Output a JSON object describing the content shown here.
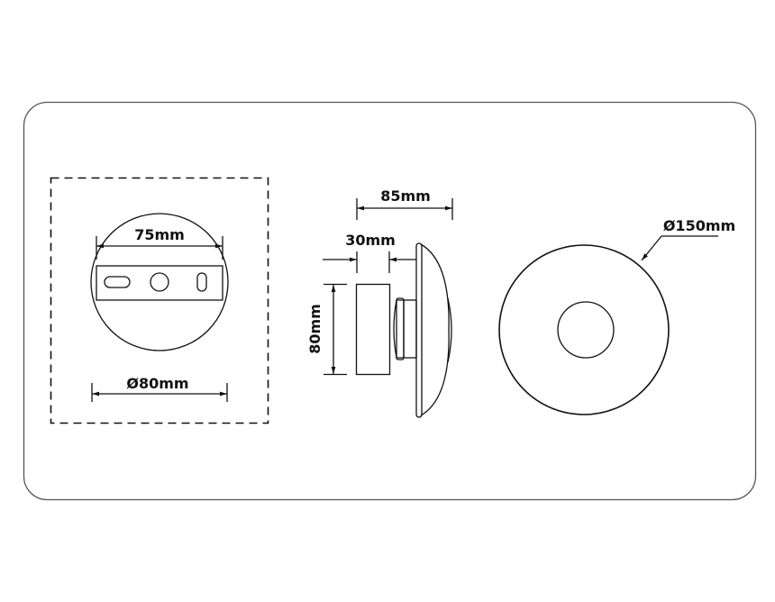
{
  "colors": {
    "background": "#ffffff",
    "frame": "#555555",
    "line": "#111111"
  },
  "frame": {
    "shape": "rounded-rectangle"
  },
  "views": {
    "mounting_plate": {
      "border_style": "dashed",
      "bracket_width_label": "75mm",
      "base_diameter_label": "Ø80mm"
    },
    "side": {
      "total_depth_label": "85mm",
      "base_depth_label": "30mm",
      "base_height_label": "80mm"
    },
    "front": {
      "diameter_label": "Ø150mm"
    }
  }
}
